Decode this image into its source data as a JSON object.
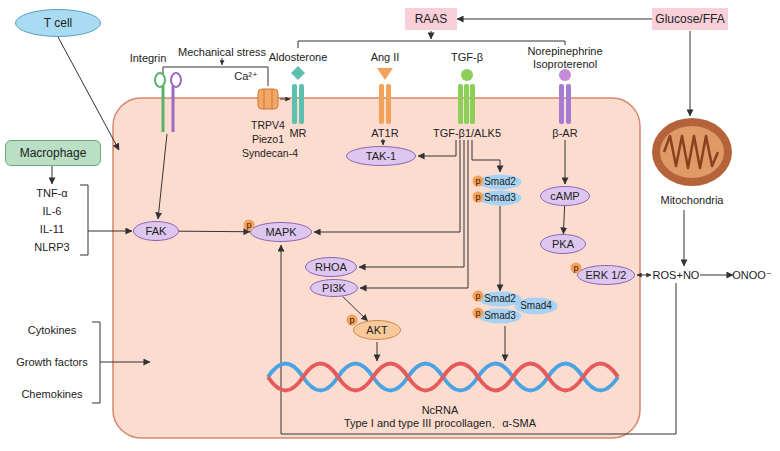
{
  "diagram": {
    "nodes": [
      {
        "text": [
          "T cell"
        ]
      },
      {
        "text": [
          "RAAS"
        ]
      },
      {
        "text": [
          "Glucose/FFA"
        ]
      },
      {
        "text": [
          "Macrophage"
        ]
      },
      {
        "text": [
          "TAK-1"
        ]
      },
      {
        "text": [
          "p"
        ]
      },
      {
        "text": [
          "Smad2"
        ]
      },
      {
        "text": [
          "p"
        ]
      },
      {
        "text": [
          "Smad3"
        ]
      },
      {
        "text": [
          "cAMP"
        ]
      },
      {
        "text": [
          "p"
        ]
      },
      {
        "text": [
          "FAK"
        ]
      },
      {
        "text": [
          "MAPK"
        ]
      },
      {
        "text": [
          "PKA"
        ]
      },
      {
        "text": [
          "RHOA"
        ]
      },
      {
        "text": [
          "p"
        ]
      },
      {
        "text": [
          "ERK 1/2"
        ]
      },
      {
        "text": [
          "PI3K"
        ]
      },
      {
        "text": [
          "p"
        ]
      },
      {
        "text": [
          "Smad2"
        ]
      },
      {
        "text": [
          "Smad4"
        ]
      },
      {
        "text": [
          "p"
        ]
      },
      {
        "text": [
          "Smad3"
        ]
      },
      {
        "text": [
          "p"
        ]
      },
      {
        "text": [
          "AKT"
        ]
      }
    ],
    "edges": [
      {
        "from": 2,
        "to": 1,
        "arrow": "to"
      },
      {
        "from": 11,
        "to": 12,
        "arrow": "to"
      },
      {
        "from": 9,
        "to": 13,
        "arrow": "to"
      },
      {
        "from": 17,
        "to": 24,
        "arrow": "to"
      },
      {
        "from": 8,
        "to": 19,
        "arrow": "to"
      }
    ],
    "labels": [
      "Mechanical stress",
      "Integrin",
      "Ca²⁺",
      "TRPV4",
      "Piezo1",
      "Syndecan-4",
      "Aldosterone",
      "MR",
      "Ang II",
      "AT1R",
      "TGF-β",
      "TGF-β1/ALK5",
      "Norepinephrine",
      "Isoproterenol",
      "β-AR",
      "TNF-α",
      "IL-6",
      "IL-11",
      "NLRP3",
      "Cytokines",
      "Growth factors",
      "Chemokines",
      "Mitochondria",
      "ROS+NO",
      "ONOO⁻",
      "NcRNA",
      "Type I and type III procollagen、α-SMA"
    ]
  }
}
